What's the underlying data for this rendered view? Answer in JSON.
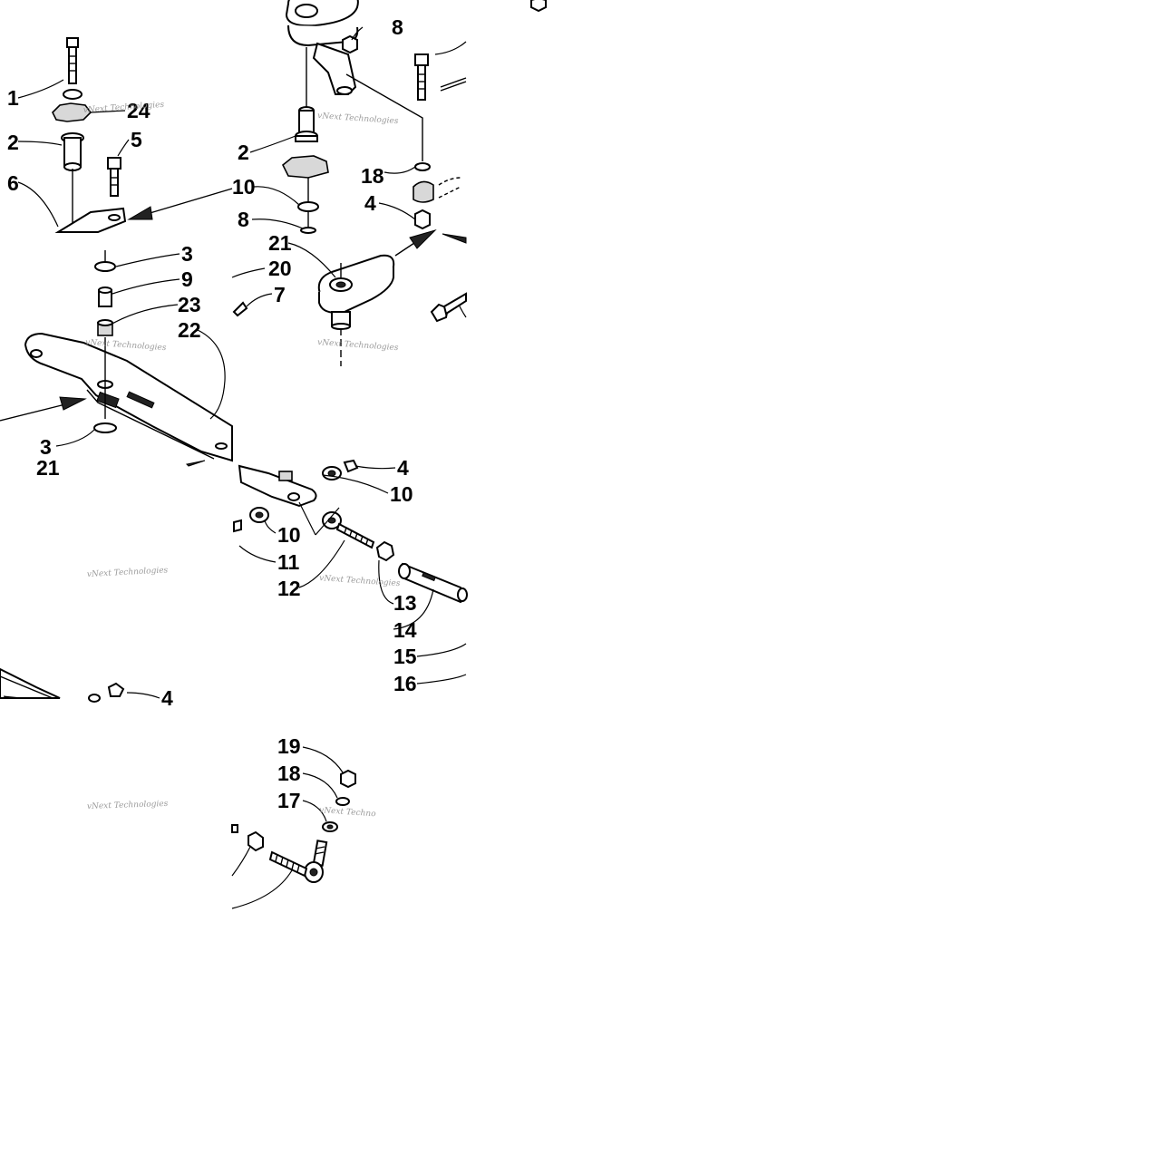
{
  "callouts": {
    "c1": "1",
    "c2a": "2",
    "c2b": "2",
    "c3a": "3",
    "c3b": "3",
    "c4a": "4",
    "c4b": "4",
    "c4c": "4",
    "c5": "5",
    "c6": "6",
    "c7": "7",
    "c8a": "8",
    "c8b": "8",
    "c9": "9",
    "c10a": "10",
    "c10b": "10",
    "c10c": "10",
    "c11": "11",
    "c12": "12",
    "c13": "13",
    "c14": "14",
    "c15": "15",
    "c16": "16",
    "c17": "17",
    "c18a": "18",
    "c18b": "18",
    "c19": "19",
    "c20": "20",
    "c21a": "21",
    "c21b": "21",
    "c22": "22",
    "c23": "23",
    "c24": "24"
  },
  "watermark": {
    "w1": "vNext Technologies",
    "w2": "vNext Technologies",
    "w3": "vNext Technologies",
    "w4": "vNext Technologies",
    "w5": "vNext Technologies",
    "w6": "vNext Technologies",
    "w7": "vNext Technologies",
    "w8": "vNext Techno"
  },
  "colors": {
    "ink": "#000000",
    "background": "#ffffff",
    "watermark": "#8a8a8a"
  }
}
